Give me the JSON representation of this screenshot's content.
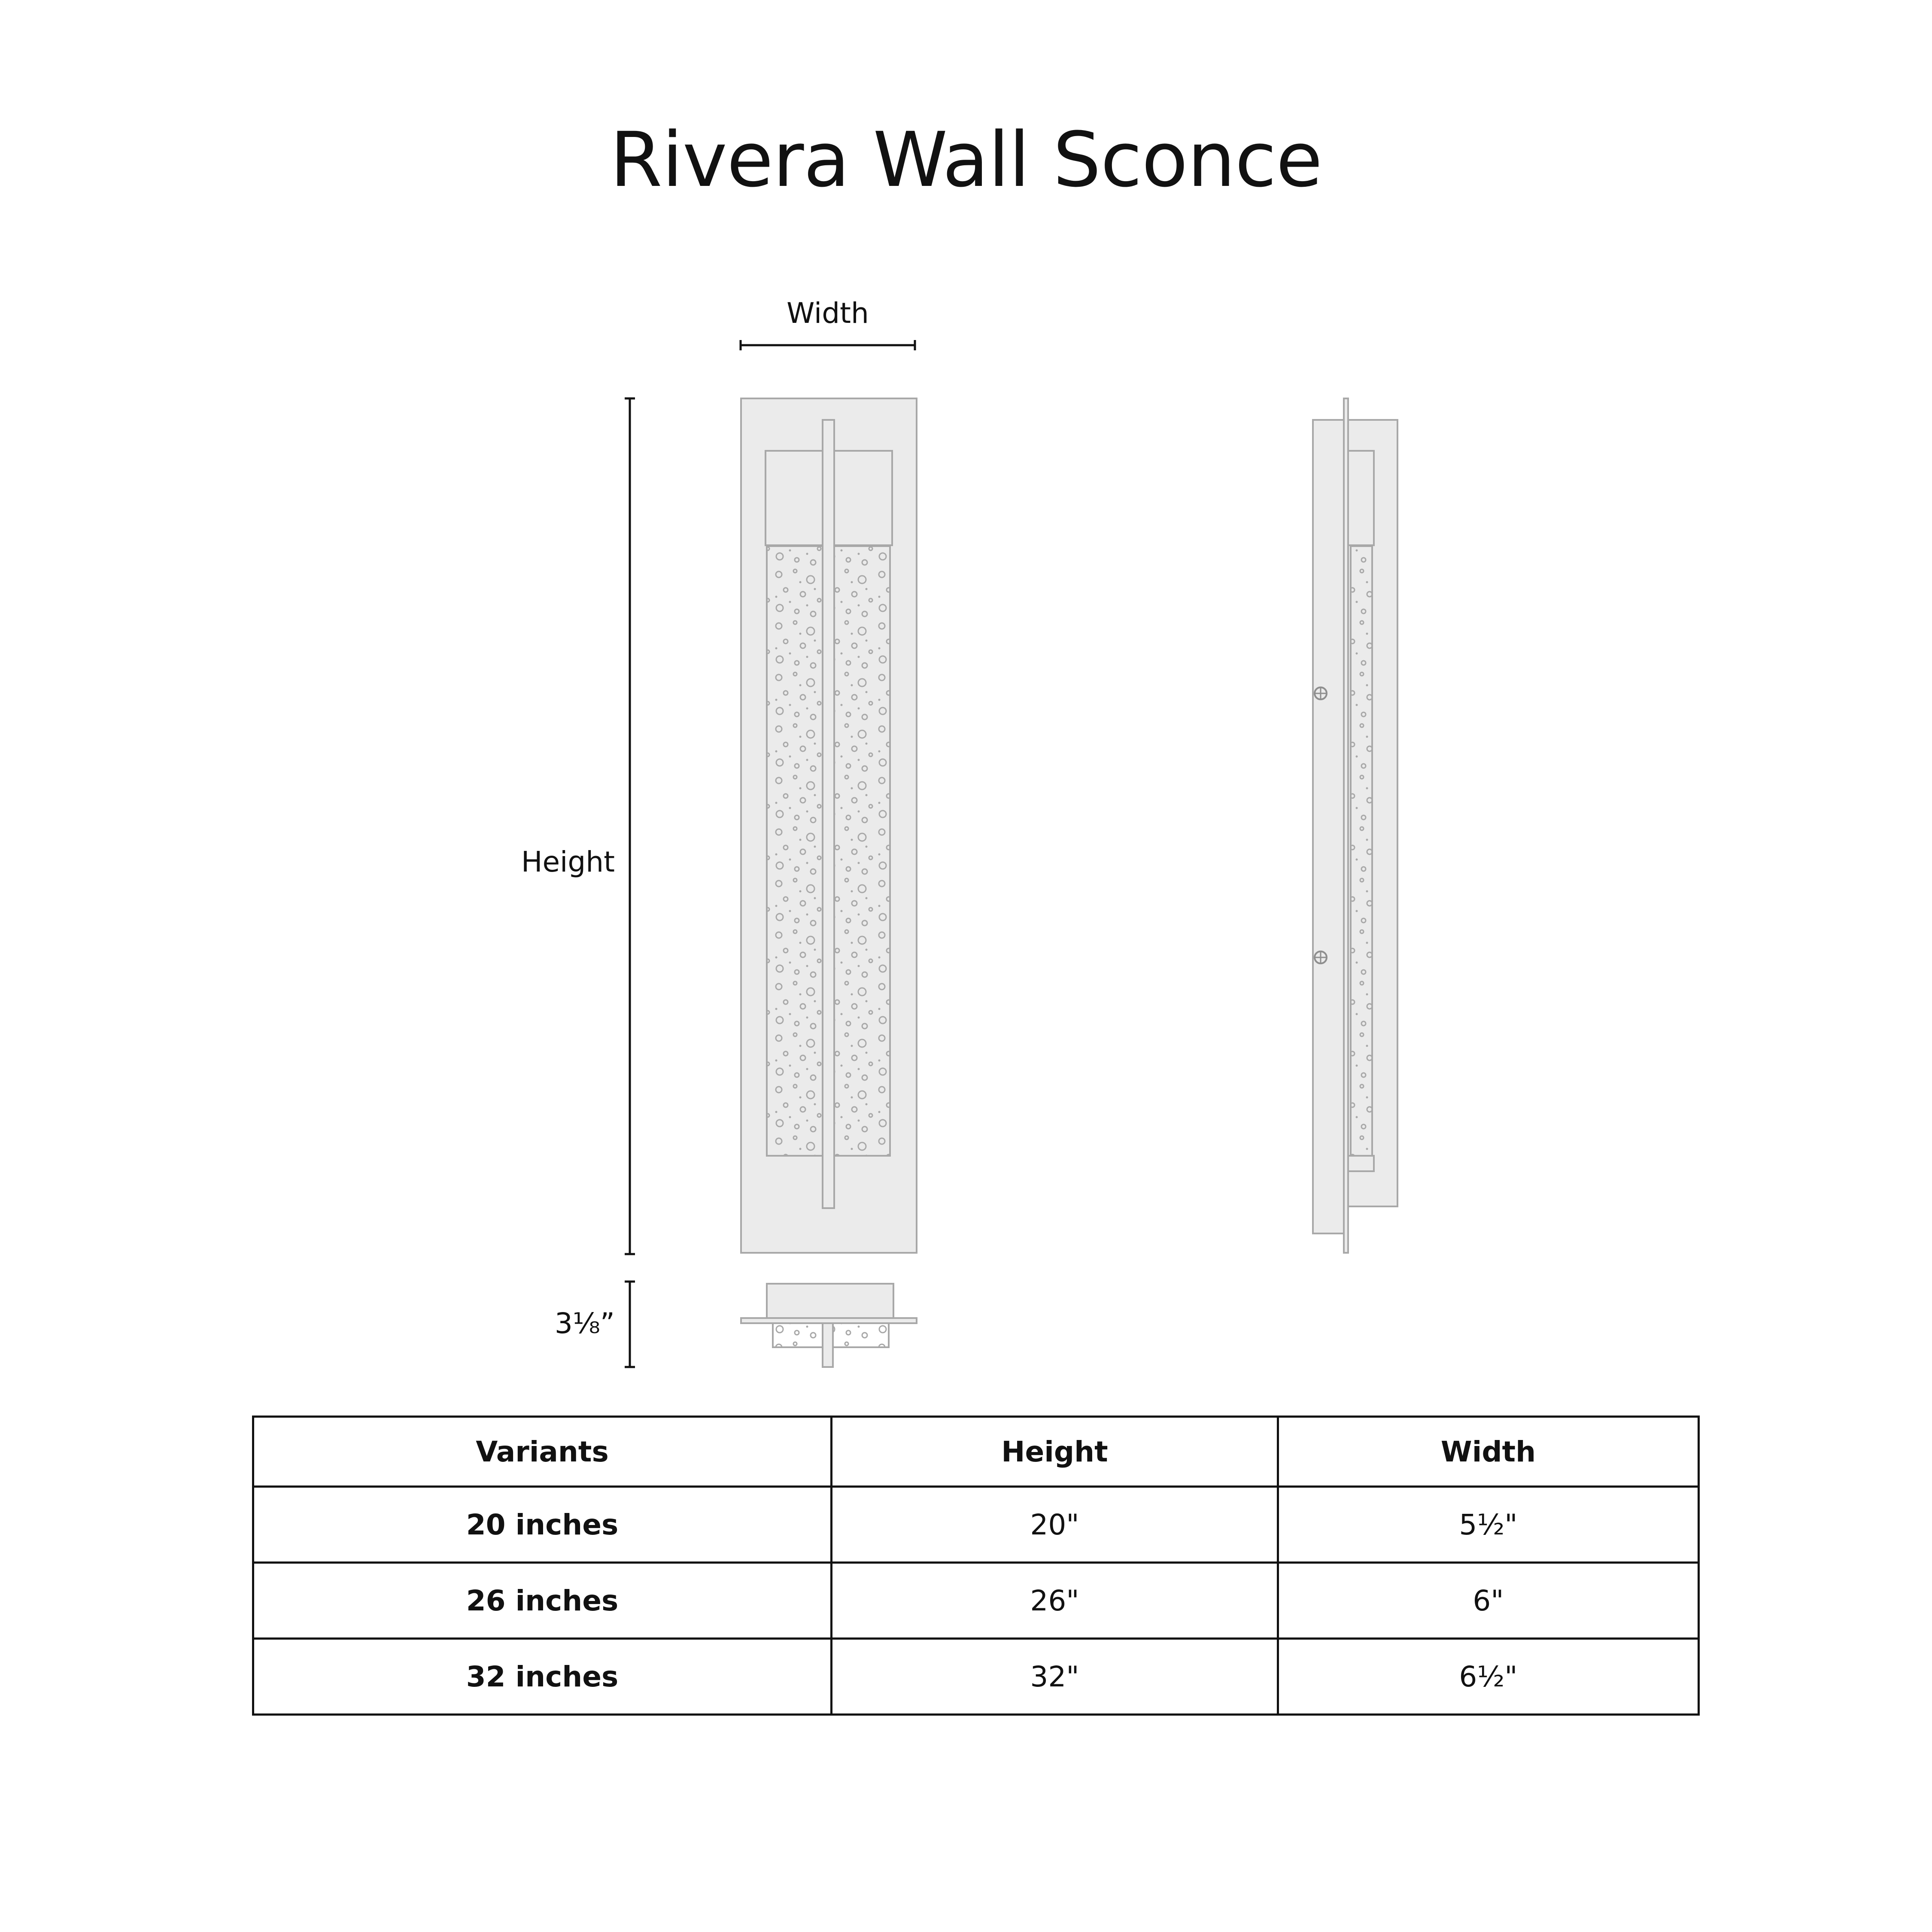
{
  "title": "Rivera Wall Sconce",
  "diagram": {
    "width_label": "Width",
    "height_label": "Height",
    "depth_label": "3⅛”"
  },
  "colors": {
    "fixture_fill": "#ebebeb",
    "fixture_stroke": "#a8a8a8",
    "line": "#111111"
  },
  "table": {
    "headers": [
      "Variants",
      "Height",
      "Width"
    ],
    "rows": [
      {
        "variant": "20 inches",
        "height": "20\"",
        "width": "5½\""
      },
      {
        "variant": "26 inches",
        "height": "26\"",
        "width": "6\""
      },
      {
        "variant": "32 inches",
        "height": "32\"",
        "width": "6½\""
      }
    ]
  }
}
